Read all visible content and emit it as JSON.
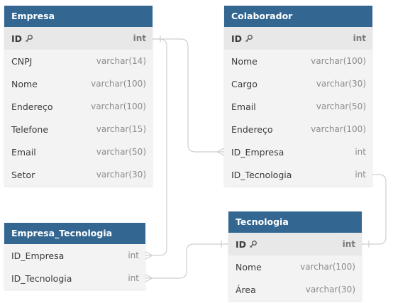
{
  "tables": {
    "empresa": {
      "name": "Empresa",
      "columns": [
        {
          "name": "ID",
          "type": "int",
          "pk": true
        },
        {
          "name": "CNPJ",
          "type": "varchar(14)"
        },
        {
          "name": "Nome",
          "type": "varchar(100)"
        },
        {
          "name": "Endereço",
          "type": "varchar(100)"
        },
        {
          "name": "Telefone",
          "type": "varchar(15)"
        },
        {
          "name": "Email",
          "type": "varchar(50)"
        },
        {
          "name": "Setor",
          "type": "varchar(30)"
        }
      ]
    },
    "colaborador": {
      "name": "Colaborador",
      "columns": [
        {
          "name": "ID",
          "type": "int",
          "pk": true
        },
        {
          "name": "Nome",
          "type": "varchar(100)"
        },
        {
          "name": "Cargo",
          "type": "varchar(30)"
        },
        {
          "name": "Email",
          "type": "varchar(50)"
        },
        {
          "name": "Endereço",
          "type": "varchar(100)"
        },
        {
          "name": "ID_Empresa",
          "type": "int"
        },
        {
          "name": "ID_Tecnologia",
          "type": "int"
        }
      ]
    },
    "empresa_tecnologia": {
      "name": "Empresa_Tecnologia",
      "columns": [
        {
          "name": "ID_Empresa",
          "type": "int"
        },
        {
          "name": "ID_Tecnologia",
          "type": "int"
        }
      ]
    },
    "tecnologia": {
      "name": "Tecnologia",
      "columns": [
        {
          "name": "ID",
          "type": "int",
          "pk": true
        },
        {
          "name": "Nome",
          "type": "varchar(100)"
        },
        {
          "name": "Área",
          "type": "varchar(30)"
        }
      ]
    }
  },
  "relationships": [
    {
      "from": "Empresa.ID",
      "to": "Colaborador.ID_Empresa",
      "cardinality": "one-to-many"
    },
    {
      "from": "Empresa.ID",
      "to": "Empresa_Tecnologia.ID_Empresa",
      "cardinality": "one-to-many"
    },
    {
      "from": "Tecnologia.ID",
      "to": "Colaborador.ID_Tecnologia",
      "cardinality": "one-to-many"
    },
    {
      "from": "Tecnologia.ID",
      "to": "Empresa_Tecnologia.ID_Tecnologia",
      "cardinality": "one-to-many"
    }
  ],
  "colors": {
    "header": "#336791",
    "header_text": "#ffffff",
    "body": "#f3f3f3",
    "pk_row": "#e8e8e8",
    "connector": "#cfcfcf"
  },
  "icons": {
    "primary_key": "key-icon"
  }
}
